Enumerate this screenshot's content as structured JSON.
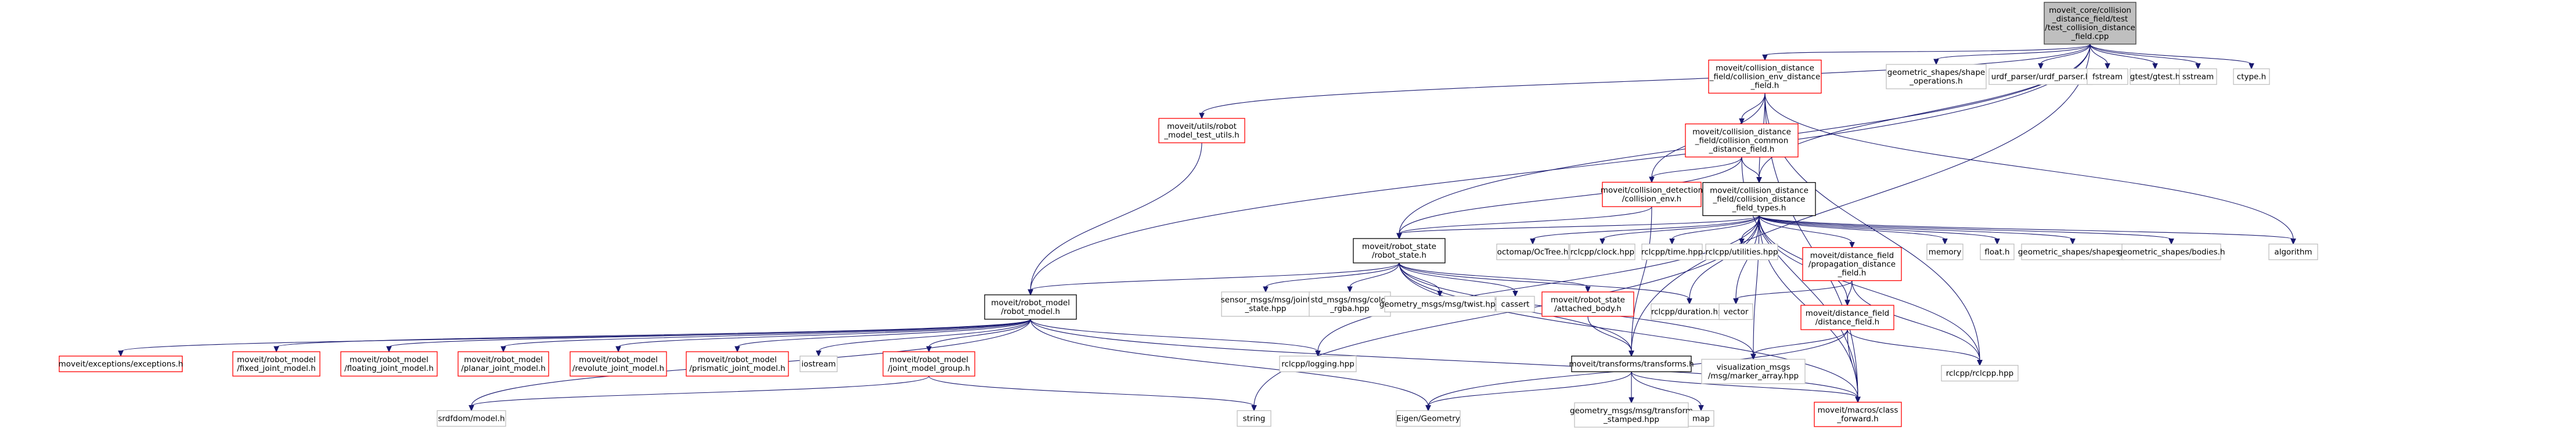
{
  "nodes": [
    {
      "id": "root",
      "lines": [
        "moveit_core/collision",
        "_distance_field/test",
        "/test_collision_distance",
        "_field.cpp"
      ],
      "style": "root"
    },
    {
      "id": "cdf_env",
      "lines": [
        "moveit/collision_distance",
        "_field/collision_env_distance",
        "_field.h"
      ],
      "style": "red"
    },
    {
      "id": "shape_ops",
      "lines": [
        "geometric_shapes/shape",
        "_operations.h"
      ],
      "style": "gray"
    },
    {
      "id": "urdf_parser",
      "lines": [
        "urdf_parser/urdf_parser.h"
      ],
      "style": "gray"
    },
    {
      "id": "fstream",
      "lines": [
        "fstream"
      ],
      "style": "gray"
    },
    {
      "id": "gtest",
      "lines": [
        "gtest/gtest.h"
      ],
      "style": "gray"
    },
    {
      "id": "sstream",
      "lines": [
        "sstream"
      ],
      "style": "gray"
    },
    {
      "id": "ctype",
      "lines": [
        "ctype.h"
      ],
      "style": "gray"
    },
    {
      "id": "test_utils",
      "lines": [
        "moveit/utils/robot",
        "_model_test_utils.h"
      ],
      "style": "red"
    },
    {
      "id": "cdf_common",
      "lines": [
        "moveit/collision_distance",
        "_field/collision_common",
        "_distance_field.h"
      ],
      "style": "red"
    },
    {
      "id": "collision_env",
      "lines": [
        "moveit/collision_detection",
        "/collision_env.h"
      ],
      "style": "red"
    },
    {
      "id": "cdf_types",
      "lines": [
        "moveit/collision_distance",
        "_field/collision_distance",
        "_field_types.h"
      ],
      "style": "black"
    },
    {
      "id": "robot_state",
      "lines": [
        "moveit/robot_state",
        "/robot_state.h"
      ],
      "style": "black"
    },
    {
      "id": "octree",
      "lines": [
        "octomap/OcTree.h"
      ],
      "style": "gray"
    },
    {
      "id": "clock",
      "lines": [
        "rclcpp/clock.hpp"
      ],
      "style": "gray"
    },
    {
      "id": "time",
      "lines": [
        "rclcpp/time.hpp"
      ],
      "style": "gray"
    },
    {
      "id": "utilities",
      "lines": [
        "rclcpp/utilities.hpp"
      ],
      "style": "gray"
    },
    {
      "id": "prop_df",
      "lines": [
        "moveit/distance_field",
        "/propagation_distance",
        "_field.h"
      ],
      "style": "red"
    },
    {
      "id": "memory",
      "lines": [
        "memory"
      ],
      "style": "gray"
    },
    {
      "id": "float",
      "lines": [
        "float.h"
      ],
      "style": "gray"
    },
    {
      "id": "shapes",
      "lines": [
        "geometric_shapes/shapes.h"
      ],
      "style": "gray"
    },
    {
      "id": "bodies",
      "lines": [
        "geometric_shapes/bodies.h"
      ],
      "style": "gray"
    },
    {
      "id": "algorithm",
      "lines": [
        "algorithm"
      ],
      "style": "gray"
    },
    {
      "id": "robot_model",
      "lines": [
        "moveit/robot_model",
        "/robot_model.h"
      ],
      "style": "black"
    },
    {
      "id": "joint_state_msg",
      "lines": [
        "sensor_msgs/msg/joint",
        "_state.hpp"
      ],
      "style": "gray"
    },
    {
      "id": "color_msg",
      "lines": [
        "std_msgs/msg/color",
        "_rgba.hpp"
      ],
      "style": "gray"
    },
    {
      "id": "twist",
      "lines": [
        "geometry_msgs/msg/twist.hpp"
      ],
      "style": "gray"
    },
    {
      "id": "cassert",
      "lines": [
        "cassert"
      ],
      "style": "gray"
    },
    {
      "id": "attached_body",
      "lines": [
        "moveit/robot_state",
        "/attached_body.h"
      ],
      "style": "red"
    },
    {
      "id": "duration",
      "lines": [
        "rclcpp/duration.hpp"
      ],
      "style": "gray"
    },
    {
      "id": "vector",
      "lines": [
        "vector"
      ],
      "style": "gray"
    },
    {
      "id": "distance_field",
      "lines": [
        "moveit/distance_field",
        "/distance_field.h"
      ],
      "style": "red"
    },
    {
      "id": "exceptions",
      "lines": [
        "moveit/exceptions/exceptions.h"
      ],
      "style": "red"
    },
    {
      "id": "fixed_joint",
      "lines": [
        "moveit/robot_model",
        "/fixed_joint_model.h"
      ],
      "style": "red"
    },
    {
      "id": "floating_joint",
      "lines": [
        "moveit/robot_model",
        "/floating_joint_model.h"
      ],
      "style": "red"
    },
    {
      "id": "planar_joint",
      "lines": [
        "moveit/robot_model",
        "/planar_joint_model.h"
      ],
      "style": "red"
    },
    {
      "id": "revolute_joint",
      "lines": [
        "moveit/robot_model",
        "/revolute_joint_model.h"
      ],
      "style": "red"
    },
    {
      "id": "prismatic_joint",
      "lines": [
        "moveit/robot_model",
        "/prismatic_joint_model.h"
      ],
      "style": "red"
    },
    {
      "id": "iostream",
      "lines": [
        "iostream"
      ],
      "style": "gray"
    },
    {
      "id": "joint_group",
      "lines": [
        "moveit/robot_model",
        "/joint_model_group.h"
      ],
      "style": "red"
    },
    {
      "id": "logging",
      "lines": [
        "rclcpp/logging.hpp"
      ],
      "style": "gray"
    },
    {
      "id": "transforms",
      "lines": [
        "moveit/transforms/transforms.h"
      ],
      "style": "black"
    },
    {
      "id": "marker_array",
      "lines": [
        "visualization_msgs",
        "/msg/marker_array.hpp"
      ],
      "style": "gray"
    },
    {
      "id": "rclcpp",
      "lines": [
        "rclcpp/rclcpp.hpp"
      ],
      "style": "gray"
    },
    {
      "id": "srdf_model",
      "lines": [
        "srdfdom/model.h"
      ],
      "style": "gray"
    },
    {
      "id": "string",
      "lines": [
        "string"
      ],
      "style": "gray"
    },
    {
      "id": "eigen",
      "lines": [
        "Eigen/Geometry"
      ],
      "style": "gray"
    },
    {
      "id": "tf_stamped",
      "lines": [
        "geometry_msgs/msg/transform",
        "_stamped.hpp"
      ],
      "style": "gray"
    },
    {
      "id": "map",
      "lines": [
        "map"
      ],
      "style": "gray"
    },
    {
      "id": "class_forward",
      "lines": [
        "moveit/macros/class",
        "_forward.h"
      ],
      "style": "red"
    }
  ],
  "edges": [
    [
      "root",
      "cdf_env"
    ],
    [
      "root",
      "shape_ops"
    ],
    [
      "root",
      "urdf_parser"
    ],
    [
      "root",
      "fstream"
    ],
    [
      "root",
      "gtest"
    ],
    [
      "root",
      "sstream"
    ],
    [
      "root",
      "ctype"
    ],
    [
      "root",
      "test_utils"
    ],
    [
      "root",
      "robot_model"
    ],
    [
      "root",
      "robot_state"
    ],
    [
      "root",
      "transforms"
    ],
    [
      "root",
      "cdf_types"
    ],
    [
      "cdf_env",
      "cdf_common"
    ],
    [
      "cdf_env",
      "cdf_types"
    ],
    [
      "cdf_env",
      "collision_env"
    ],
    [
      "cdf_env",
      "algorithm"
    ],
    [
      "cdf_env",
      "rclcpp"
    ],
    [
      "cdf_env",
      "class_forward"
    ],
    [
      "cdf_common",
      "collision_env"
    ],
    [
      "cdf_common",
      "cdf_types"
    ],
    [
      "cdf_common",
      "class_forward"
    ],
    [
      "cdf_common",
      "robot_state"
    ],
    [
      "test_utils",
      "robot_model"
    ],
    [
      "collision_env",
      "robot_state"
    ],
    [
      "collision_env",
      "transforms"
    ],
    [
      "cdf_types",
      "robot_state"
    ],
    [
      "cdf_types",
      "octree"
    ],
    [
      "cdf_types",
      "clock"
    ],
    [
      "cdf_types",
      "time"
    ],
    [
      "cdf_types",
      "utilities"
    ],
    [
      "cdf_types",
      "prop_df"
    ],
    [
      "cdf_types",
      "memory"
    ],
    [
      "cdf_types",
      "float"
    ],
    [
      "cdf_types",
      "shapes"
    ],
    [
      "cdf_types",
      "bodies"
    ],
    [
      "cdf_types",
      "algorithm"
    ],
    [
      "cdf_types",
      "vector"
    ],
    [
      "cdf_types",
      "distance_field"
    ],
    [
      "cdf_types",
      "marker_array"
    ],
    [
      "cdf_types",
      "rclcpp"
    ],
    [
      "cdf_types",
      "class_forward"
    ],
    [
      "cdf_types",
      "string"
    ],
    [
      "cdf_types",
      "logging"
    ],
    [
      "cdf_types",
      "duration"
    ],
    [
      "robot_state",
      "robot_model"
    ],
    [
      "robot_state",
      "joint_state_msg"
    ],
    [
      "robot_state",
      "color_msg"
    ],
    [
      "robot_state",
      "twist"
    ],
    [
      "robot_state",
      "cassert"
    ],
    [
      "robot_state",
      "attached_body"
    ],
    [
      "robot_state",
      "duration"
    ],
    [
      "robot_state",
      "marker_array"
    ],
    [
      "robot_state",
      "transforms"
    ],
    [
      "robot_state",
      "class_forward"
    ],
    [
      "prop_df",
      "distance_field"
    ],
    [
      "prop_df",
      "vector"
    ],
    [
      "prop_df",
      "rclcpp"
    ],
    [
      "distance_field",
      "marker_array"
    ],
    [
      "distance_field",
      "rclcpp"
    ],
    [
      "distance_field",
      "eigen"
    ],
    [
      "distance_field",
      "class_forward"
    ],
    [
      "attached_body",
      "transforms"
    ],
    [
      "robot_model",
      "exceptions"
    ],
    [
      "robot_model",
      "fixed_joint"
    ],
    [
      "robot_model",
      "floating_joint"
    ],
    [
      "robot_model",
      "planar_joint"
    ],
    [
      "robot_model",
      "revolute_joint"
    ],
    [
      "robot_model",
      "prismatic_joint"
    ],
    [
      "robot_model",
      "iostream"
    ],
    [
      "robot_model",
      "joint_group"
    ],
    [
      "robot_model",
      "logging"
    ],
    [
      "robot_model",
      "srdf_model"
    ],
    [
      "robot_model",
      "eigen"
    ],
    [
      "robot_model",
      "class_forward"
    ],
    [
      "joint_group",
      "srdf_model"
    ],
    [
      "joint_group",
      "string"
    ],
    [
      "transforms",
      "eigen"
    ],
    [
      "transforms",
      "tf_stamped"
    ],
    [
      "transforms",
      "map"
    ],
    [
      "transforms",
      "class_forward"
    ]
  ]
}
